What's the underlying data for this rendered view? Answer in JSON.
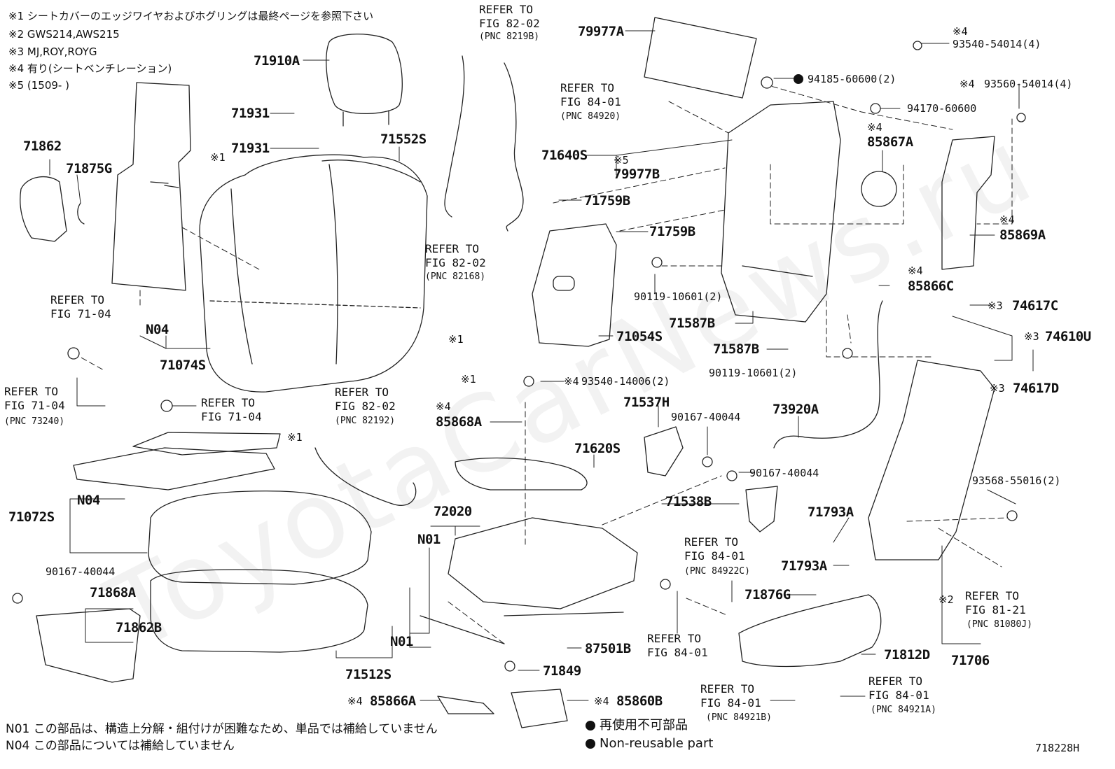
{
  "diagram_id": "718228H",
  "watermark": "ToyotaCarNews.ru",
  "notes": [
    "※1 シートカバーのエッジワイヤおよびホグリングは最終ページを参照下さい",
    "※2 GWS214,AWS215",
    "※3 MJ,ROY,ROYG",
    "※4 有り(シートベンチレーション)",
    "※5 (1509-      )"
  ],
  "footnotes": [
    "N01  この部品は、構造上分解・組付けが困難なため、単品では補給していません",
    "N04  この部品については補給していません"
  ],
  "legend": {
    "non_reusable_ja": "再使用不可部品",
    "non_reusable_en": "Non-reusable part"
  },
  "parts": {
    "p79977A": "79977A",
    "p71910A": "71910A",
    "p71931a": "71931",
    "p71931b": "71931",
    "p71552S": "71552S",
    "p71862": "71862",
    "p71875G": "71875G",
    "p71074S": "71074S",
    "n04a": "N04",
    "x1a": "※1",
    "x1b": "※1",
    "x1c": "※1",
    "x1d": "※1",
    "p71640S": "71640S",
    "p79977B": "79977B",
    "x5": "※5",
    "p71759Ba": "71759B",
    "p71759Bb": "71759B",
    "p90119a": "90119-10601(2)",
    "p90119b": "90119-10601(2)",
    "p71587Ba": "71587B",
    "p71587Bb": "71587B",
    "p71054S": "71054S",
    "p93540_14006": "93540-14006(2)",
    "x4_93540_14006": "※4",
    "p85868A": "85868A",
    "x4_85868A": "※4",
    "p71537H": "71537H",
    "p90167_a": "90167-40044",
    "p90167_b": "90167-40044",
    "p90167_c": "90167-40044",
    "p71620S": "71620S",
    "p71538B": "71538B",
    "p73920A": "73920A",
    "p72020": "72020",
    "n01a": "N01",
    "n01b": "N01",
    "n04b": "N04",
    "p71072S": "71072S",
    "p71868A": "71868A",
    "p71862B": "71862B",
    "p71512S": "71512S",
    "p87501B": "87501B",
    "p71849": "71849",
    "p85866A": "85866A",
    "x4_85866A": "※4",
    "p85860B": "85860B",
    "x4_85860B": "※4",
    "p94185": "94185-60600(2)",
    "p93540_54014": "93540-54014(4)",
    "x4_93540_54014": "※4",
    "p93560_54014": "93560-54014(4)",
    "x4_93560_54014": "※4",
    "p94170": "94170-60600",
    "p85867A": "85867A",
    "x4_85867A": "※4",
    "p85869A": "85869A",
    "x4_85869A": "※4",
    "p85866C": "85866C",
    "x4_85866C": "※4",
    "p74617C": "74617C",
    "x3_74617C": "※3",
    "p74610U": "74610U",
    "x3_74610U": "※3",
    "p74617D": "74617D",
    "x3_74617D": "※3",
    "p93568": "93568-55016(2)",
    "p71793Aa": "71793A",
    "p71793Ab": "71793A",
    "p71876G": "71876G",
    "p71812D": "71812D",
    "p71706": "71706",
    "x2": "※2"
  },
  "refs": {
    "r_fig8202_top": "REFER TO\nFIG 82-02",
    "r_fig8202_top_pnc": "(PNC 8219B)",
    "r_fig8401_a": "REFER TO\nFIG 84-01",
    "r_fig8401_a_pnc": "(PNC 84920)",
    "r_fig8202_mid": "REFER TO\nFIG 82-02",
    "r_fig8202_mid_pnc": "(PNC 82168)",
    "r_fig7104_a": "REFER TO\nFIG 71-04",
    "r_fig7104_b": "REFER TO\nFIG 71-04",
    "r_fig7104_c": "REFER TO\nFIG 71-04",
    "r_fig7104_c_pnc": "(PNC 73240)",
    "r_fig8202_low": "REFER TO\nFIG 82-02",
    "r_fig8202_low_pnc": "(PNC 82192)",
    "r_fig8401_b": "REFER TO\nFIG 84-01",
    "r_fig8401_b_pnc": "(PNC 84922C)",
    "r_fig8401_c": "REFER TO\nFIG 84-01",
    "r_fig8401_d": "REFER TO\nFIG 84-01",
    "r_fig8401_d_pnc": "(PNC 84921B)",
    "r_fig8401_e": "REFER TO\nFIG 84-01",
    "r_fig8401_e_pnc": "(PNC 84921A)",
    "r_fig8121": "REFER TO\nFIG 81-21",
    "r_fig8121_pnc": "(PNC 81080J)"
  }
}
